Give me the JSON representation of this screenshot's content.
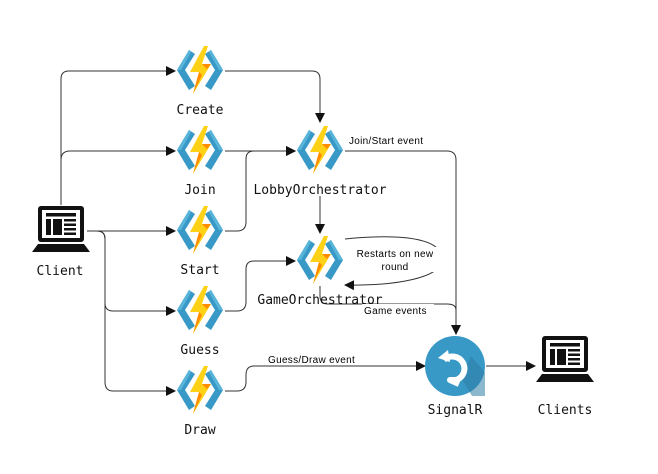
{
  "nodes": {
    "client": "Client",
    "create": "Create",
    "join": "Join",
    "start": "Start",
    "guess": "Guess",
    "draw": "Draw",
    "lobby": "LobbyOrchestrator",
    "game": "GameOrchestrator",
    "signalr": "SignalR",
    "clients": "Clients"
  },
  "edges": {
    "join_start_event": "Join/Start event",
    "restarts_line1": "Restarts on new",
    "restarts_line2": "round",
    "game_events": "Game events",
    "guess_draw_event": "Guess/Draw event"
  },
  "icons": {
    "function": "azure-function-icon",
    "laptop": "laptop-icon",
    "signalr": "signalr-icon"
  },
  "colors": {
    "bolt": "#FCD116",
    "bolt_shade": "#FF8C00",
    "bracket": "#3999C6",
    "bracket_light": "#59B4D9",
    "signalr": "#3999C6",
    "line": "#333333"
  }
}
